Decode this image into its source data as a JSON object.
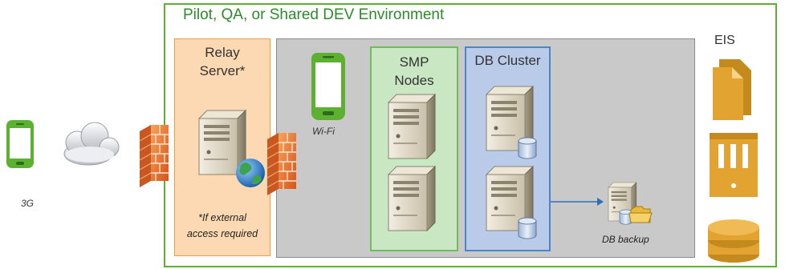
{
  "environment": {
    "title": "Pilot, QA, or Shared DEV Environment"
  },
  "relay": {
    "title_line1": "Relay",
    "title_line2": "Server*",
    "note_line1": "*If external",
    "note_line2": "access required"
  },
  "smp": {
    "title_line1": "SMP",
    "title_line2": "Nodes"
  },
  "db_cluster": {
    "title": "DB Cluster"
  },
  "labels": {
    "wifi": "Wi-Fi",
    "g3": "3G",
    "db_backup": "DB backup",
    "eis": "EIS"
  },
  "colors": {
    "environment_border": "#5cb230",
    "relay_fill": "#fcd9b3",
    "smp_fill": "#c9e7c2",
    "db_fill": "#b9cbe9",
    "device_green": "#5cb230",
    "eis_gold": "#e2a331"
  },
  "icons": [
    "phone-icon",
    "cloud-icon",
    "firewall-icon",
    "server-icon",
    "globe-icon",
    "database-icon",
    "folder-icon",
    "documents-icon",
    "storage-array-icon",
    "disk-stack-icon",
    "arrow-icon"
  ]
}
